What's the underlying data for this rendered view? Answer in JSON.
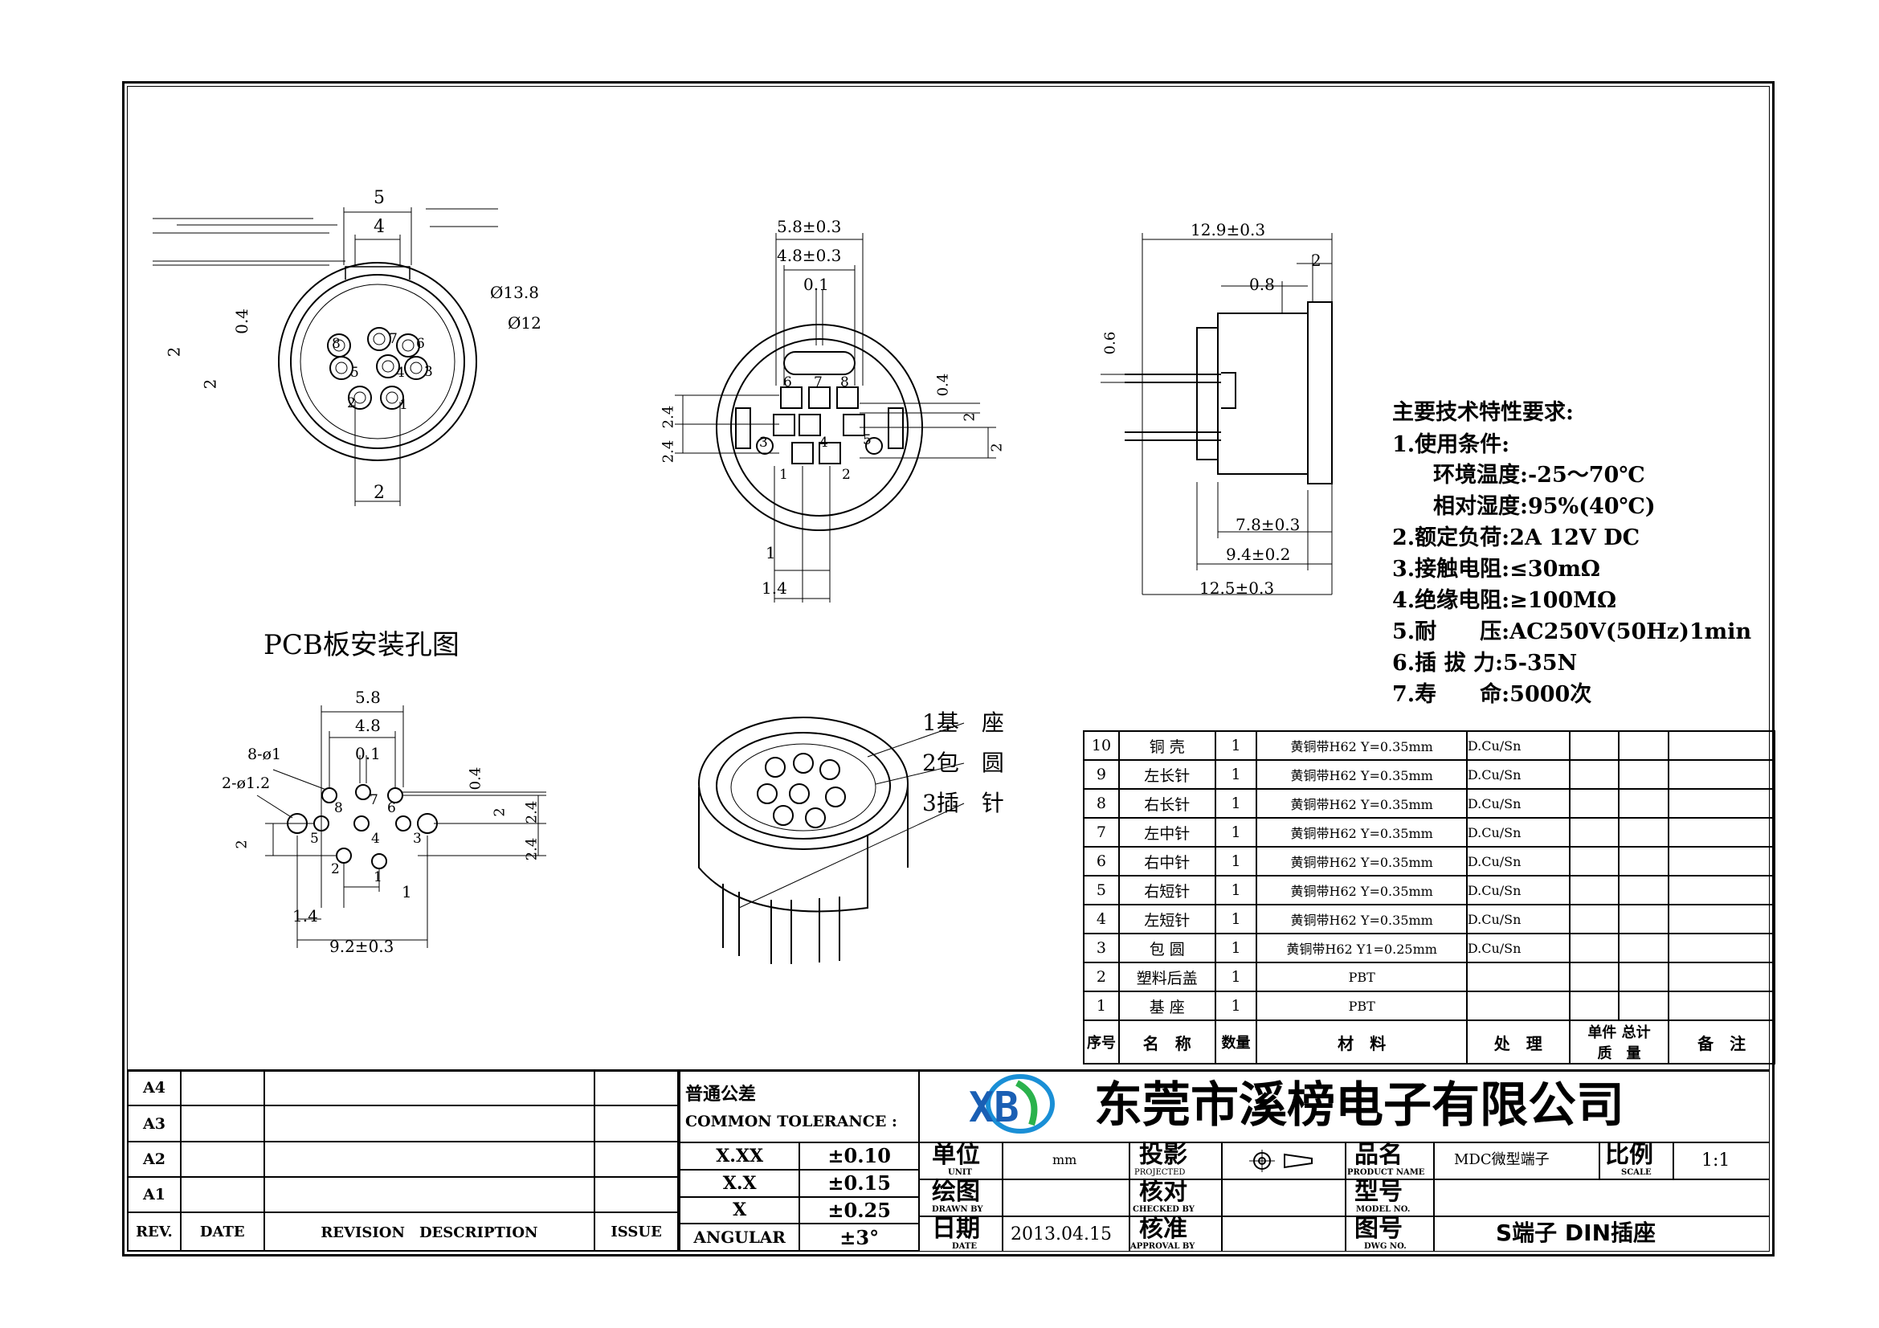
{
  "views": {
    "front": {
      "dims": [
        "5",
        "4",
        "Ø13.8",
        "Ø12",
        "0.4",
        "2",
        "2",
        "2"
      ],
      "pins": [
        "8",
        "7",
        "6",
        "5",
        "4",
        "3",
        "2",
        "1"
      ]
    },
    "rear": {
      "dims": [
        "5.8±0.3",
        "4.8±0.3",
        "0.1",
        "2.4",
        "2.4",
        "0.4",
        "2",
        "2",
        "1",
        "1.4"
      ],
      "pins": [
        "6",
        "7",
        "8",
        "3",
        "5",
        "4",
        "1",
        "2"
      ]
    },
    "side": {
      "dims": [
        "12.9±0.3",
        "2",
        "0.8",
        "0.6",
        "7.8±0.3",
        "9.4±0.2",
        "12.5±0.3"
      ]
    },
    "pcb": {
      "title": "PCB板安装孔图",
      "dims": [
        "5.8",
        "4.8",
        "0.1",
        "8-ø1",
        "2-ø1.2",
        "0.4",
        "2",
        "2.4",
        "2.4",
        "2",
        "1",
        "1.4",
        "9.2±0.3"
      ],
      "pins": [
        "7",
        "8",
        "6",
        "5",
        "4",
        "3",
        "2",
        "1"
      ]
    },
    "iso": {
      "callouts": [
        "1基　座",
        "2包　圆",
        "3插　针"
      ]
    }
  },
  "specs": {
    "heading": "主要技术特性要求:",
    "lines": [
      "1.使用条件:",
      "　环境温度:-25～70℃",
      "　相对湿度:95%(40℃)",
      "2.额定负荷:2A 12V DC",
      "3.接触电阻:≤30mΩ",
      "4.绝缘电阻:≥100MΩ",
      "5.耐　　压:AC250V(50Hz)1min",
      "6.插 拔 力:5-35N",
      "7.寿　　命:5000次"
    ]
  },
  "bom": {
    "rows": [
      {
        "no": "10",
        "name": "铜 壳",
        "qty": "1",
        "material": "黄铜带H62 Y=0.35mm",
        "finish": "D.Cu/Sn"
      },
      {
        "no": "9",
        "name": "左长针",
        "qty": "1",
        "material": "黄铜带H62 Y=0.35mm",
        "finish": "D.Cu/Sn"
      },
      {
        "no": "8",
        "name": "右长针",
        "qty": "1",
        "material": "黄铜带H62 Y=0.35mm",
        "finish": "D.Cu/Sn"
      },
      {
        "no": "7",
        "name": "左中针",
        "qty": "1",
        "material": "黄铜带H62 Y=0.35mm",
        "finish": "D.Cu/Sn"
      },
      {
        "no": "6",
        "name": "右中针",
        "qty": "1",
        "material": "黄铜带H62 Y=0.35mm",
        "finish": "D.Cu/Sn"
      },
      {
        "no": "5",
        "name": "右短针",
        "qty": "1",
        "material": "黄铜带H62 Y=0.35mm",
        "finish": "D.Cu/Sn"
      },
      {
        "no": "4",
        "name": "左短针",
        "qty": "1",
        "material": "黄铜带H62 Y=0.35mm",
        "finish": "D.Cu/Sn"
      },
      {
        "no": "3",
        "name": "包 圆",
        "qty": "1",
        "material": "黄铜带H62 Y1=0.25mm",
        "finish": "D.Cu/Sn"
      },
      {
        "no": "2",
        "name": "塑料后盖",
        "qty": "1",
        "material": "PBT",
        "finish": ""
      },
      {
        "no": "1",
        "name": "基 座",
        "qty": "1",
        "material": "PBT",
        "finish": ""
      }
    ],
    "header": {
      "no": "序号",
      "name": "名　称",
      "qty": "数量",
      "material": "材　料",
      "finish": "处　理",
      "unit_weight": "单件",
      "total_weight": "总计",
      "weight": "质　量",
      "remark": "备　注"
    }
  },
  "revision": {
    "rows": [
      "A4",
      "A3",
      "A2",
      "A1"
    ],
    "header": {
      "rev": "REV.",
      "date": "DATE",
      "desc": "REVISION　DESCRIPTION",
      "issue": "ISSUE"
    }
  },
  "tolerance": {
    "title": "普通公差",
    "subtitle": "COMMON TOLERANCE :",
    "rows": [
      {
        "label": "X.XX",
        "value": "±0.10"
      },
      {
        "label": "X.X",
        "value": "±0.15"
      },
      {
        "label": "X",
        "value": "±0.25"
      },
      {
        "label": "ANGULAR",
        "value": "±3°"
      }
    ]
  },
  "title_block": {
    "company": "东莞市溪榜电子有限公司",
    "logo_text": "XB",
    "unit_cn": "单位",
    "unit_en": "UNIT",
    "unit_value": "mm",
    "drawn_cn": "绘图",
    "drawn_en": "DRAWN BY",
    "date_cn": "日期",
    "date_en": "DATE",
    "date_value": "2013.04.15",
    "proj_cn": "投影",
    "proj_en": "PROJECTED",
    "check_cn": "核对",
    "check_en": "CHECKED BY",
    "approve_cn": "核准",
    "approve_en": "APPROVAL BY",
    "name_cn": "品名",
    "name_en": "PRODUCT NAME",
    "name_value": "MDC微型端子",
    "model_cn": "型号",
    "model_en": "MODEL NO.",
    "dwg_cn": "图号",
    "dwg_en": "DWG NO.",
    "dwg_value": "S端子 DIN插座",
    "scale_cn": "比例",
    "scale_en": "SCALE",
    "scale_value": "1:1"
  }
}
